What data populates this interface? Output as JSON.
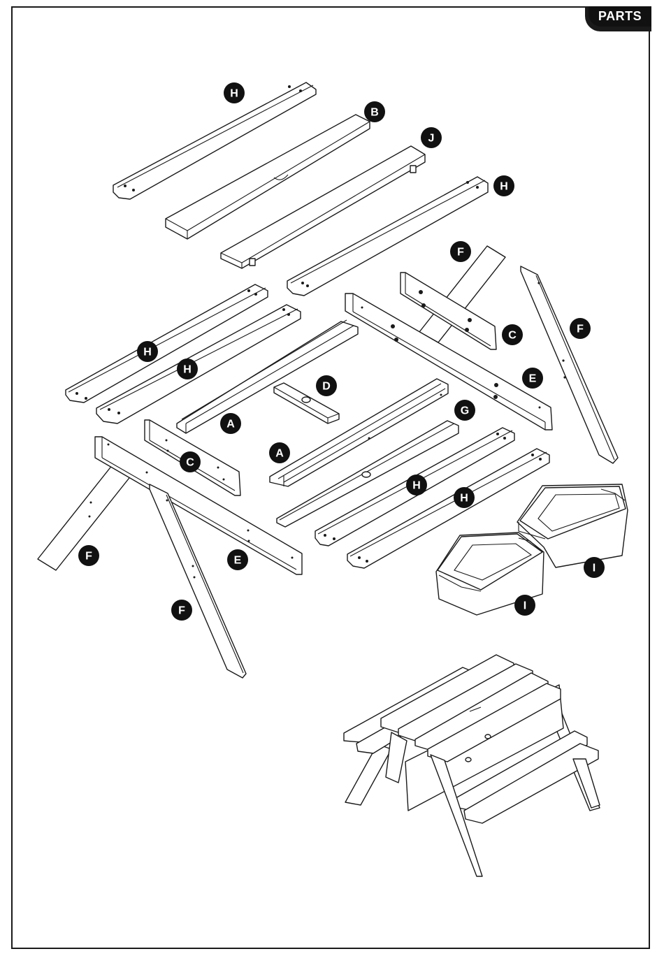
{
  "header": {
    "tab_label": "PARTS"
  },
  "parts": [
    {
      "id": "H1",
      "label": "H"
    },
    {
      "id": "B",
      "label": "B"
    },
    {
      "id": "J",
      "label": "J"
    },
    {
      "id": "H2",
      "label": "H"
    },
    {
      "id": "F1",
      "label": "F"
    },
    {
      "id": "C1",
      "label": "C"
    },
    {
      "id": "F2",
      "label": "F"
    },
    {
      "id": "H3",
      "label": "H"
    },
    {
      "id": "H4",
      "label": "H"
    },
    {
      "id": "E1",
      "label": "E"
    },
    {
      "id": "D",
      "label": "D"
    },
    {
      "id": "A1",
      "label": "A"
    },
    {
      "id": "G",
      "label": "G"
    },
    {
      "id": "C2",
      "label": "C"
    },
    {
      "id": "A2",
      "label": "A"
    },
    {
      "id": "H5",
      "label": "H"
    },
    {
      "id": "H6",
      "label": "H"
    },
    {
      "id": "F3",
      "label": "F"
    },
    {
      "id": "E2",
      "label": "E"
    },
    {
      "id": "I1",
      "label": "I"
    },
    {
      "id": "F4",
      "label": "F"
    },
    {
      "id": "I2",
      "label": "I"
    }
  ],
  "colors": {
    "line": "#1a1a1a",
    "badge": "#111111",
    "paper": "#ffffff"
  }
}
